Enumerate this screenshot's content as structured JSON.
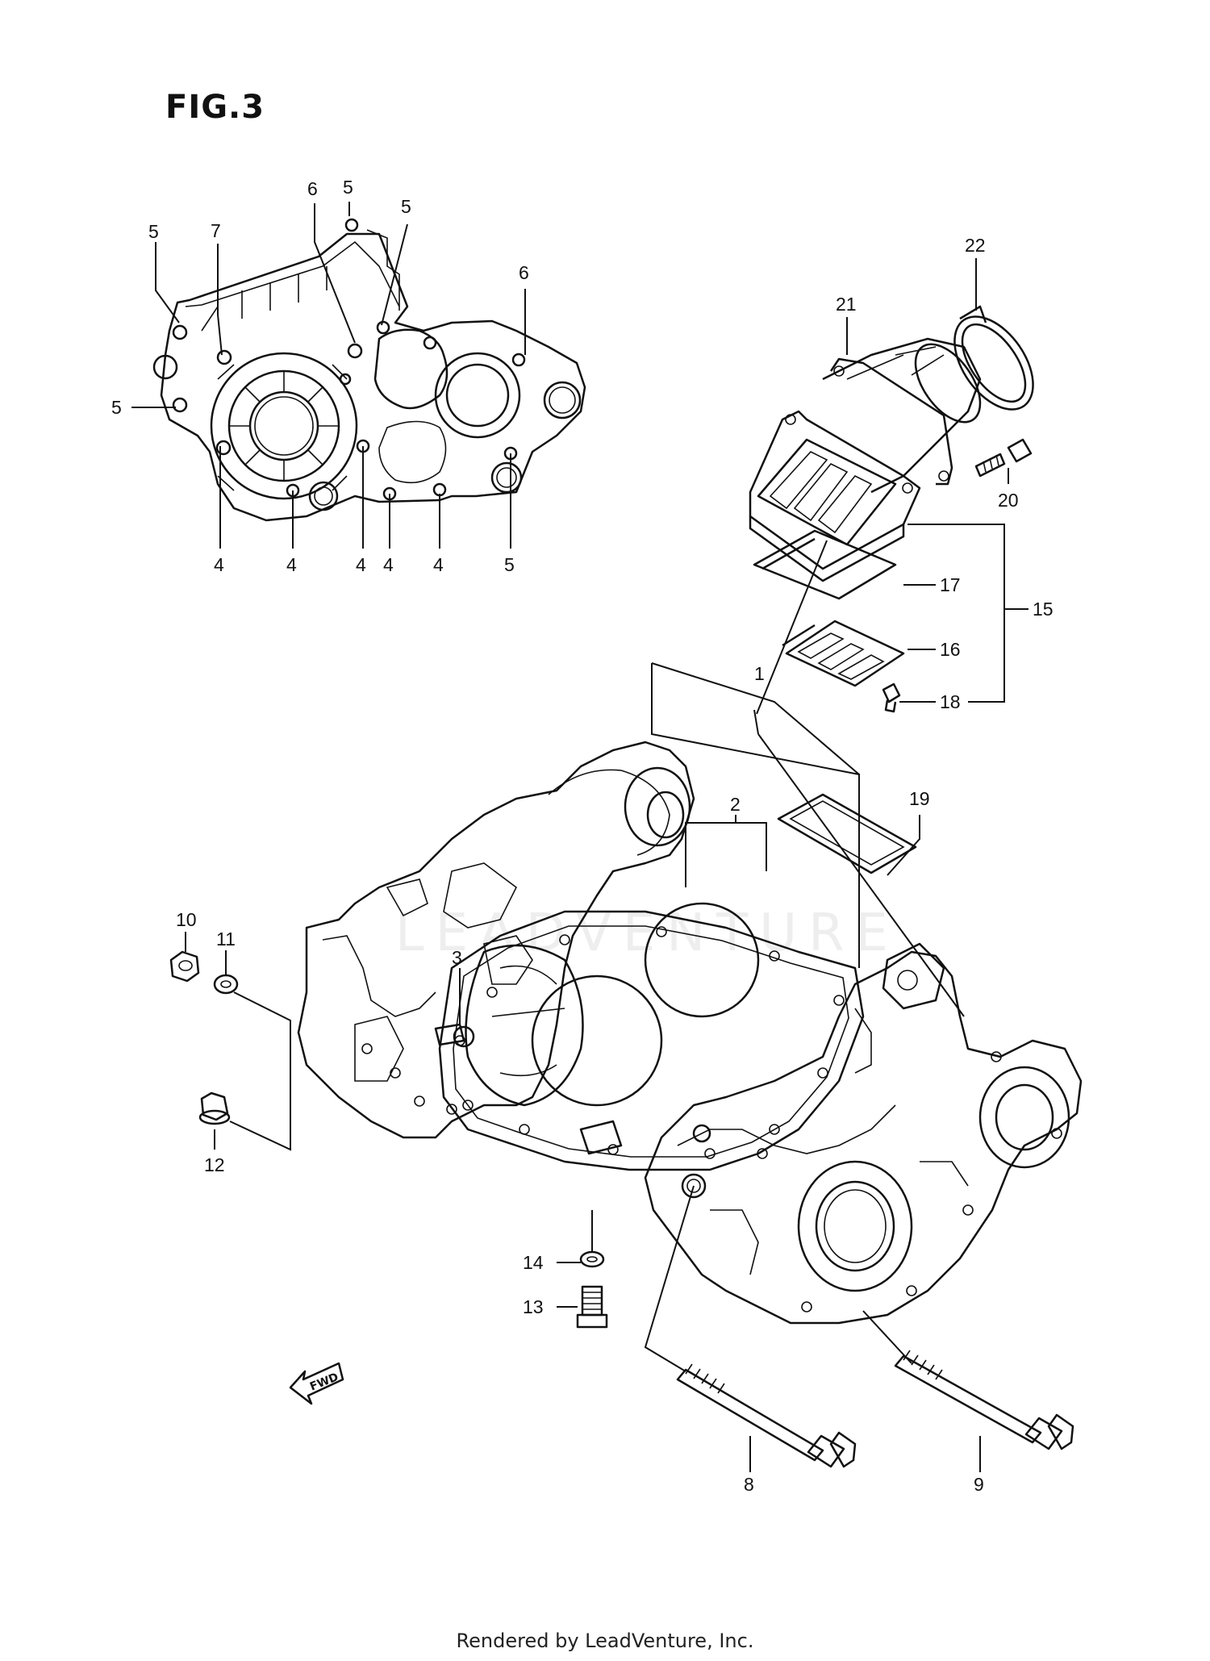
{
  "figure_title": "FIG.3",
  "watermark": "LEADVENTURE",
  "footer": "Rendered by LeadVenture, Inc.",
  "fwd_label": "FWD",
  "callouts": [
    {
      "id": "c1",
      "label": "1"
    },
    {
      "id": "c2",
      "label": "2"
    },
    {
      "id": "c3",
      "label": "3"
    },
    {
      "id": "c4a",
      "label": "4"
    },
    {
      "id": "c4b",
      "label": "4"
    },
    {
      "id": "c4c",
      "label": "4"
    },
    {
      "id": "c4d",
      "label": "4"
    },
    {
      "id": "c4e",
      "label": "4"
    },
    {
      "id": "c5a",
      "label": "5"
    },
    {
      "id": "c5b",
      "label": "5"
    },
    {
      "id": "c5c",
      "label": "5"
    },
    {
      "id": "c5d",
      "label": "5"
    },
    {
      "id": "c5e",
      "label": "5"
    },
    {
      "id": "c6a",
      "label": "6"
    },
    {
      "id": "c6b",
      "label": "6"
    },
    {
      "id": "c7",
      "label": "7"
    },
    {
      "id": "c8",
      "label": "8"
    },
    {
      "id": "c9",
      "label": "9"
    },
    {
      "id": "c10",
      "label": "10"
    },
    {
      "id": "c11",
      "label": "11"
    },
    {
      "id": "c12",
      "label": "12"
    },
    {
      "id": "c13",
      "label": "13"
    },
    {
      "id": "c14",
      "label": "14"
    },
    {
      "id": "c15",
      "label": "15"
    },
    {
      "id": "c16",
      "label": "16"
    },
    {
      "id": "c17",
      "label": "17"
    },
    {
      "id": "c18",
      "label": "18"
    },
    {
      "id": "c19",
      "label": "19"
    },
    {
      "id": "c20",
      "label": "20"
    },
    {
      "id": "c21",
      "label": "21"
    },
    {
      "id": "c22",
      "label": "22"
    }
  ]
}
